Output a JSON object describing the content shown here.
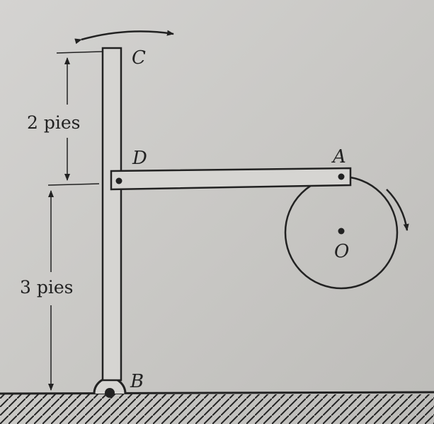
{
  "labels": {
    "C": "C",
    "D": "D",
    "A": "A",
    "O": "O",
    "B": "B"
  },
  "dimensions": {
    "upper": "2 pies",
    "lower": "3 pies"
  },
  "colors": {
    "ink": "#222222",
    "bar_fill": "#d6d5d2"
  }
}
